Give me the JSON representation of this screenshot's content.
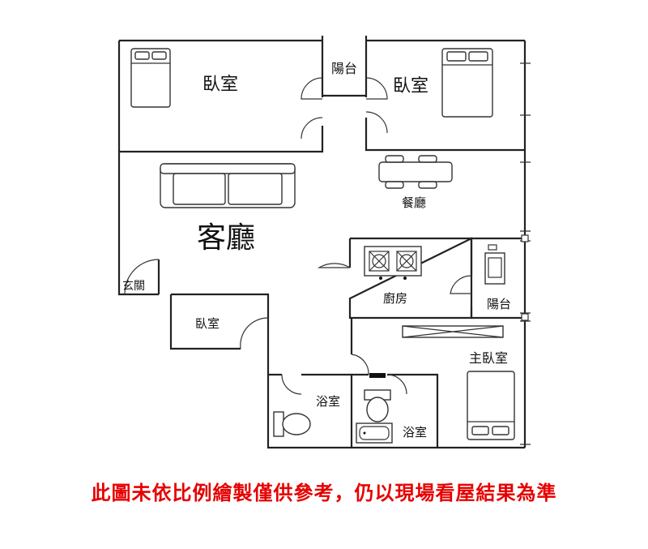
{
  "rooms": {
    "bedroom_top_left": "臥室",
    "balcony_top": "陽台",
    "bedroom_top_right": "臥室",
    "dining": "餐廳",
    "living": "客廳",
    "entrance": "玄關",
    "kitchen": "廚房",
    "balcony_right": "陽台",
    "bedroom_small": "臥室",
    "master_bedroom": "主臥室",
    "bathroom_left": "浴室",
    "bathroom_right": "浴室"
  },
  "disclaimer": "此圖未依比例繪製僅供參考，仍以現場看屋結果為準",
  "colors": {
    "walls": "#222222",
    "disclaimer": "#e60000"
  }
}
